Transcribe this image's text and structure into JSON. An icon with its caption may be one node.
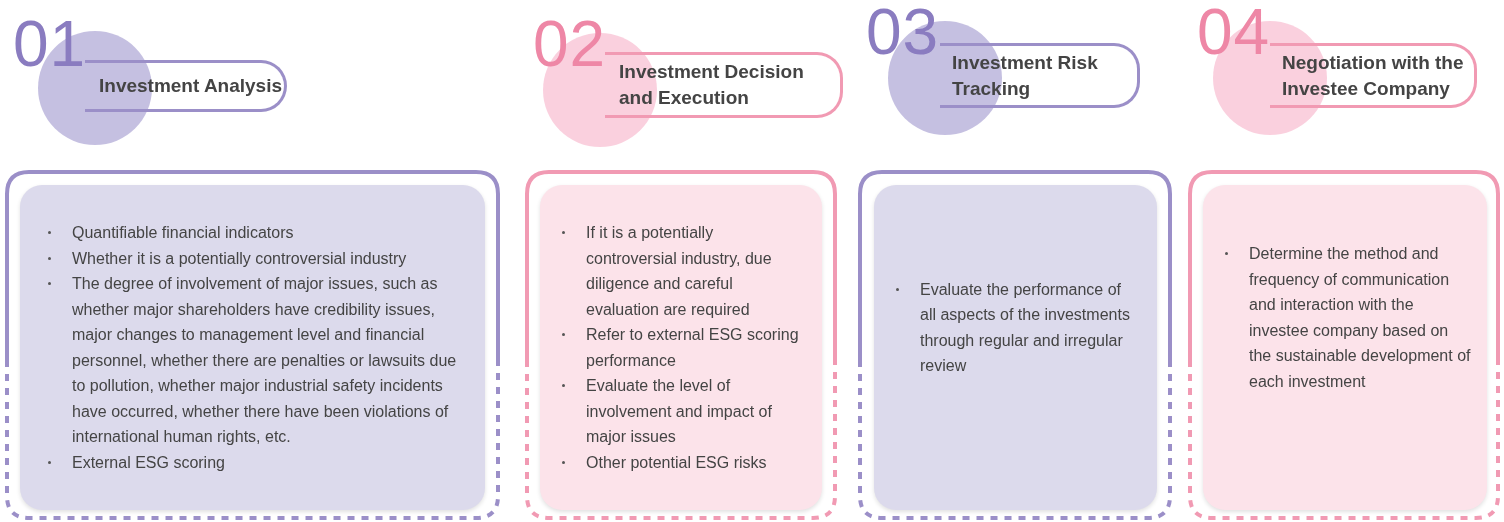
{
  "diagram": {
    "nodes": [
      {
        "text": [
          "01",
          "Investment Analysis"
        ]
      },
      {
        "text": [
          "Quantifiable financial indicators",
          "Whether it is a potentially controversial industry",
          "The degree of involvement of major issues, such as whether major shareholders have credibility issues, major changes to management level and financial personnel, whether there are penalties or lawsuits due to pollution, whether major industrial safety incidents have occurred, whether there have been violations of international human rights, etc.",
          "External ESG scoring"
        ]
      },
      {
        "text": [
          "02",
          "Investment Decision and Execution"
        ]
      },
      {
        "text": [
          "If it is a potentially controversial industry, due diligence and careful evaluation are required",
          "Refer to external ESG scoring performance",
          "Evaluate the level of involvement and impact of major issues",
          "Other potential ESG risks"
        ]
      },
      {
        "text": [
          "03",
          "Investment Risk Tracking"
        ]
      },
      {
        "text": [
          "Evaluate the performance of all aspects of the investments through regular and irregular review"
        ]
      },
      {
        "text": [
          "04",
          "Negotiation with the Investee Company"
        ]
      },
      {
        "text": [
          "Determine the method and frequency of communication and interaction with the investee company based on the sustainable development of each investment"
        ]
      }
    ]
  }
}
